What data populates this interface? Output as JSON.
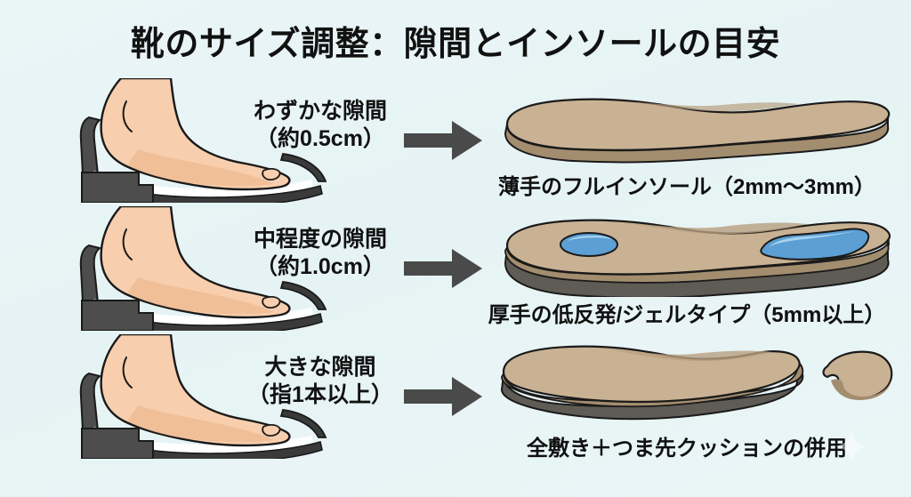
{
  "header": {
    "title": "靴のサイズ調整：隙間とインソールの目安"
  },
  "background_color": "#e9f4f5",
  "colors": {
    "title_text": "#111111",
    "arrow": "#4a4a4a",
    "skin": "#f7cfae",
    "skin_shadow": "#edb98f",
    "outline": "#1a1a1a",
    "shoe_dark": "#4d4d4d",
    "insole_top": "#c9b193",
    "insole_top_shade": "#b69f80",
    "insole_edge": "#a38d6f",
    "insole_base": "#5f5b55",
    "gel_blue": "#5b9fd4",
    "gel_blue_light": "#8fc4e8"
  },
  "rows": [
    {
      "id": "row-0",
      "foot_icon": "foot-in-shoe-icon",
      "gap_label_line1": "わずかな隙間",
      "gap_label_line2": "（約0.5cm）",
      "arrow_icon": "arrow-right-icon",
      "insole_icon": "thin-full-insole-icon",
      "insole_type": "thin",
      "insole_caption": "薄手のフルインソール（2mm～3mm）"
    },
    {
      "id": "row-1",
      "foot_icon": "foot-in-shoe-icon",
      "gap_label_line1": "中程度の隙間",
      "gap_label_line2": "（約1.0cm）",
      "arrow_icon": "arrow-right-icon",
      "insole_icon": "thick-gel-insole-icon",
      "insole_type": "thick-gel",
      "insole_caption": "厚手の低反発/ジェルタイプ（5mm以上）"
    },
    {
      "id": "row-2",
      "foot_icon": "foot-in-shoe-icon",
      "gap_label_line1": "大きな隙間",
      "gap_label_line2": "（指1本以上）",
      "arrow_icon": "arrow-right-icon",
      "insole_icon": "full-insole-plus-toe-pad-icon",
      "insole_type": "full-plus-toe-pad",
      "insole_caption": "全敷き＋つま先クッションの併用"
    }
  ],
  "watermark": {
    "icon": "sparkle-icon"
  }
}
